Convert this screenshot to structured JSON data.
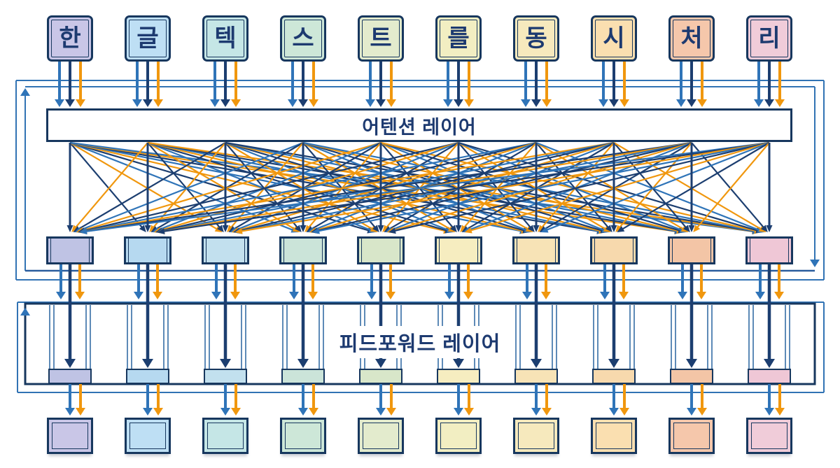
{
  "diagram": {
    "attention_label": "어텐션 레이어",
    "feedforward_label": "피드포워드 레이어",
    "tokens": [
      {
        "label": "한",
        "fill": "#c9c6e7",
        "mid_fill": "#bfc3e4"
      },
      {
        "label": "글",
        "fill": "#bedff4",
        "mid_fill": "#b6d9f0"
      },
      {
        "label": "텍",
        "fill": "#c5e6e6",
        "mid_fill": "#c2e0ee"
      },
      {
        "label": "스",
        "fill": "#cde7d8",
        "mid_fill": "#cbe4d9"
      },
      {
        "label": "트",
        "fill": "#e3ebcd",
        "mid_fill": "#d8e6c9"
      },
      {
        "label": "를",
        "fill": "#f2eec2",
        "mid_fill": "#f6edc0"
      },
      {
        "label": "동",
        "fill": "#f6e9bd",
        "mid_fill": "#f7e3b6"
      },
      {
        "label": "시",
        "fill": "#fadfb0",
        "mid_fill": "#f7d9ad"
      },
      {
        "label": "처",
        "fill": "#f5c7ab",
        "mid_fill": "#f3c5a6"
      },
      {
        "label": "리",
        "fill": "#f0ccd9",
        "mid_fill": "#efc7d6"
      }
    ],
    "colors": {
      "navy": "#1c3e70",
      "blue": "#2f74b8",
      "orange": "#f0970e",
      "thin_line_blue": "#3173b4",
      "border_navy": "#17375e",
      "label_navy": "#1d3a70"
    }
  }
}
